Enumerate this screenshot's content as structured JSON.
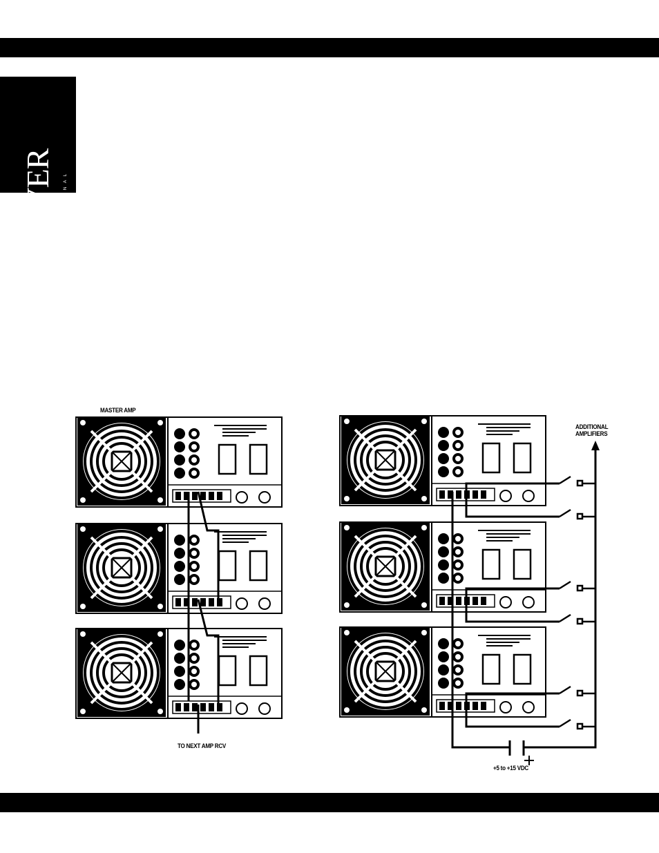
{
  "brand": {
    "name": "CARVER",
    "tagline": "PROFESSIONAL"
  },
  "diagram_labels": {
    "master_amp": "MASTER AMP",
    "to_next_amp": "TO NEXT AMP RCV",
    "additional_amplifiers": "ADDITIONAL\nAMPLIFIERS",
    "dc_supply": "+5 to +15 VDC"
  },
  "colors": {
    "ink": "#000000",
    "paper": "#ffffff"
  }
}
